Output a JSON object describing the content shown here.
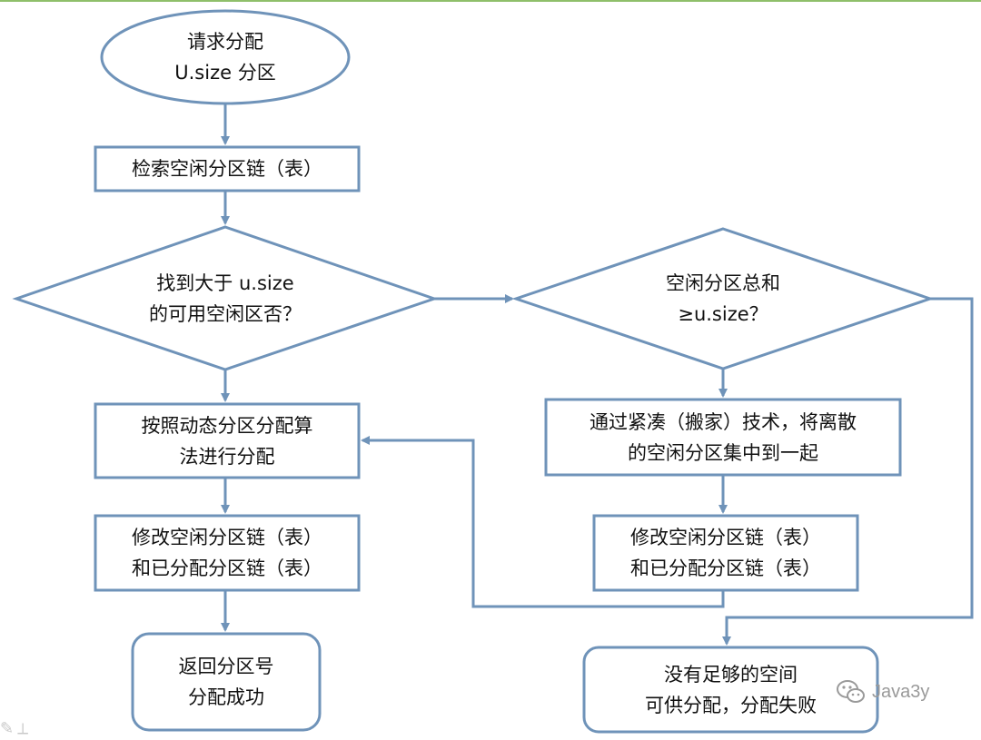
{
  "colors": {
    "stroke": "#6f93b9",
    "arrow": "#6f93b9",
    "text": "#111111",
    "watermark": "#9a9a9a"
  },
  "nodes": {
    "start": {
      "line1": "请求分配",
      "line2": "U.size 分区"
    },
    "search": {
      "line1": "检索空闲分区链（表）"
    },
    "found": {
      "line1": "找到大于 u.size",
      "line2": "的可用空闲区否？"
    },
    "total": {
      "line1": "空闲分区总和",
      "line2": "≥u.size？"
    },
    "allocate": {
      "line1": "按照动态分区分配算",
      "line2": "法进行分配"
    },
    "compact": {
      "line1": "通过紧凑（搬家）技术，将离散",
      "line2": "的空闲分区集中到一起"
    },
    "modify_left": {
      "line1": "修改空闲分区链（表）",
      "line2": "和已分配分区链（表）"
    },
    "modify_right": {
      "line1": "修改空闲分区链（表）",
      "line2": "和已分配分区链（表）"
    },
    "success": {
      "line1": "返回分区号",
      "line2": "分配成功"
    },
    "fail": {
      "line1": "没有足够的空间",
      "line2": "可供分配，分配失败"
    }
  },
  "watermark": {
    "icon": "wechat-icon",
    "text": "Java3y"
  }
}
